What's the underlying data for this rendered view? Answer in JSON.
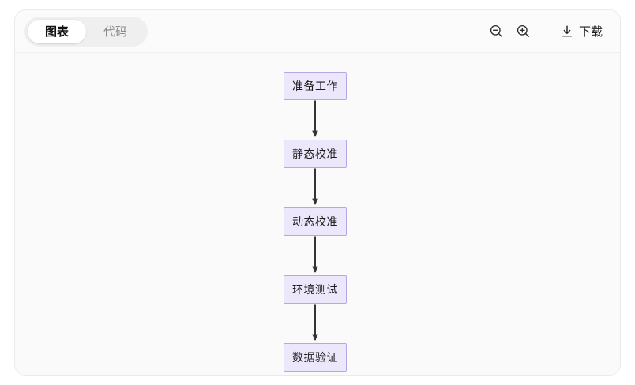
{
  "header": {
    "tabs": [
      {
        "label": "图表",
        "active": true
      },
      {
        "label": "代码",
        "active": false
      }
    ],
    "tools": {
      "zoom_out_name": "zoom-out-icon",
      "zoom_in_name": "zoom-in-icon",
      "download_label": "下载"
    }
  },
  "flowchart": {
    "type": "flowchart",
    "direction": "top-to-bottom",
    "node_fill": "#ece7fb",
    "node_border": "#b7a6e6",
    "edge_color": "#333333",
    "nodes": [
      {
        "id": "n1",
        "label": "准备工作"
      },
      {
        "id": "n2",
        "label": "静态校准"
      },
      {
        "id": "n3",
        "label": "动态校准"
      },
      {
        "id": "n4",
        "label": "环境测试"
      },
      {
        "id": "n5",
        "label": "数据验证"
      }
    ],
    "edges": [
      {
        "from": "n1",
        "to": "n2"
      },
      {
        "from": "n2",
        "to": "n3"
      },
      {
        "from": "n3",
        "to": "n4"
      },
      {
        "from": "n4",
        "to": "n5"
      }
    ]
  }
}
